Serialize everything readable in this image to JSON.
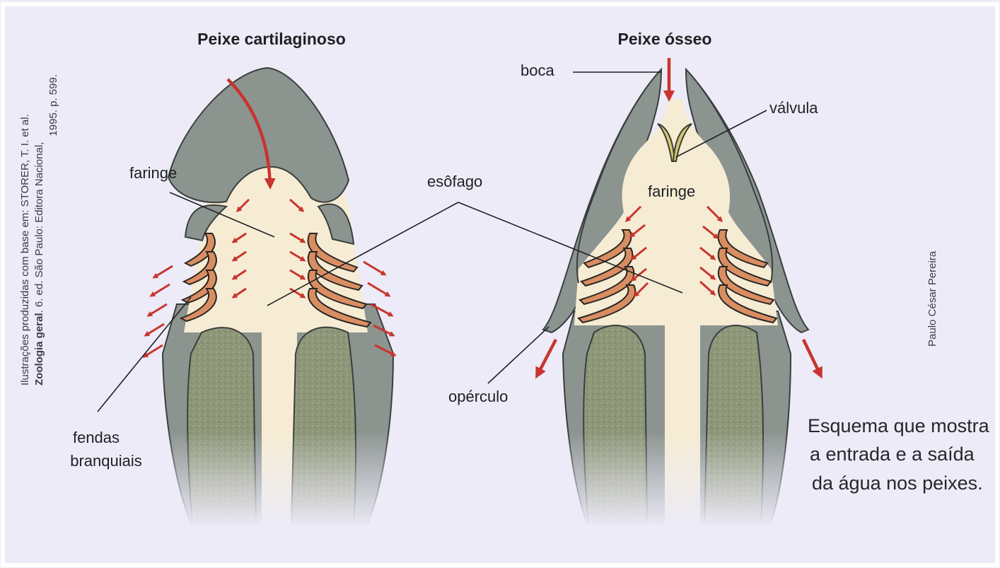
{
  "titles": {
    "cartilaginous": "Peixe cartilaginoso",
    "bony": "Peixe ósseo"
  },
  "labels": {
    "faringe_left": "faringe",
    "esofago": "esôfago",
    "fendas_line1": "fendas",
    "fendas_line2": "branquiais",
    "boca": "boca",
    "valvula": "válvula",
    "faringe_right": "faringe",
    "operculo": "opérculo"
  },
  "caption": {
    "line1": "Esquema que mostra",
    "line2": "a entrada e a saída",
    "line3": "da água nos peixes."
  },
  "credits": {
    "illustrator": "Paulo César Pereira",
    "source_line1": "Ilustrações produzidas com base em: STORER, T. I. et al.",
    "source_line2_bold": "Zoologia geral",
    "source_line2_rest": ". 6. ed. São Paulo: Editora Nacional,",
    "source_line3": "1995. p. 599."
  },
  "colors": {
    "background": "#ecebf7",
    "head_tissue": "#8c9490",
    "head_edge": "#3a3e3c",
    "cavity": "#f6ecd4",
    "gill_fill": "#d98e62",
    "gill_edge": "#2a2624",
    "muscle": "#8e9678",
    "valve": "#d8c66a",
    "arrow": "#c9342e"
  },
  "icons": {
    "flow_arrow": "red-arrow-icon"
  }
}
